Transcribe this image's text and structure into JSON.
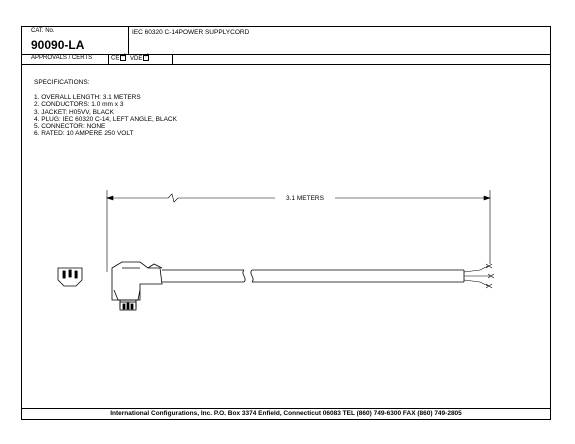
{
  "header": {
    "cat_label": "CAT. No.",
    "cat_number": "90090-LA",
    "description": "IEC 60320 C-14POWER SUPPLYCORD",
    "approvals_label": "APPROVALS / CERTS",
    "approval_1": "CE",
    "approval_2": "VDE"
  },
  "specs": {
    "title": "SPECIFICATIONS:",
    "items": [
      "1. OVERALL LENGTH:  3.1 METERS",
      "2. CONDUCTORS:      1.0 mm x 3",
      "3. JACKET:          H05VV, BLACK",
      "4. PLUG:            IEC 60320 C-14, LEFT ANGLE, BLACK",
      "5. CONNECTOR:       NONE",
      "6. RATED:           10 AMPERE 250 VOLT"
    ]
  },
  "drawing": {
    "length_label": "3.1 METERS"
  },
  "footer": {
    "text": "International Configurations, Inc.  P.O. Box 3374  Enfield, Connecticut 06083 TEL (860) 749-6300  FAX (860) 749-2805"
  }
}
